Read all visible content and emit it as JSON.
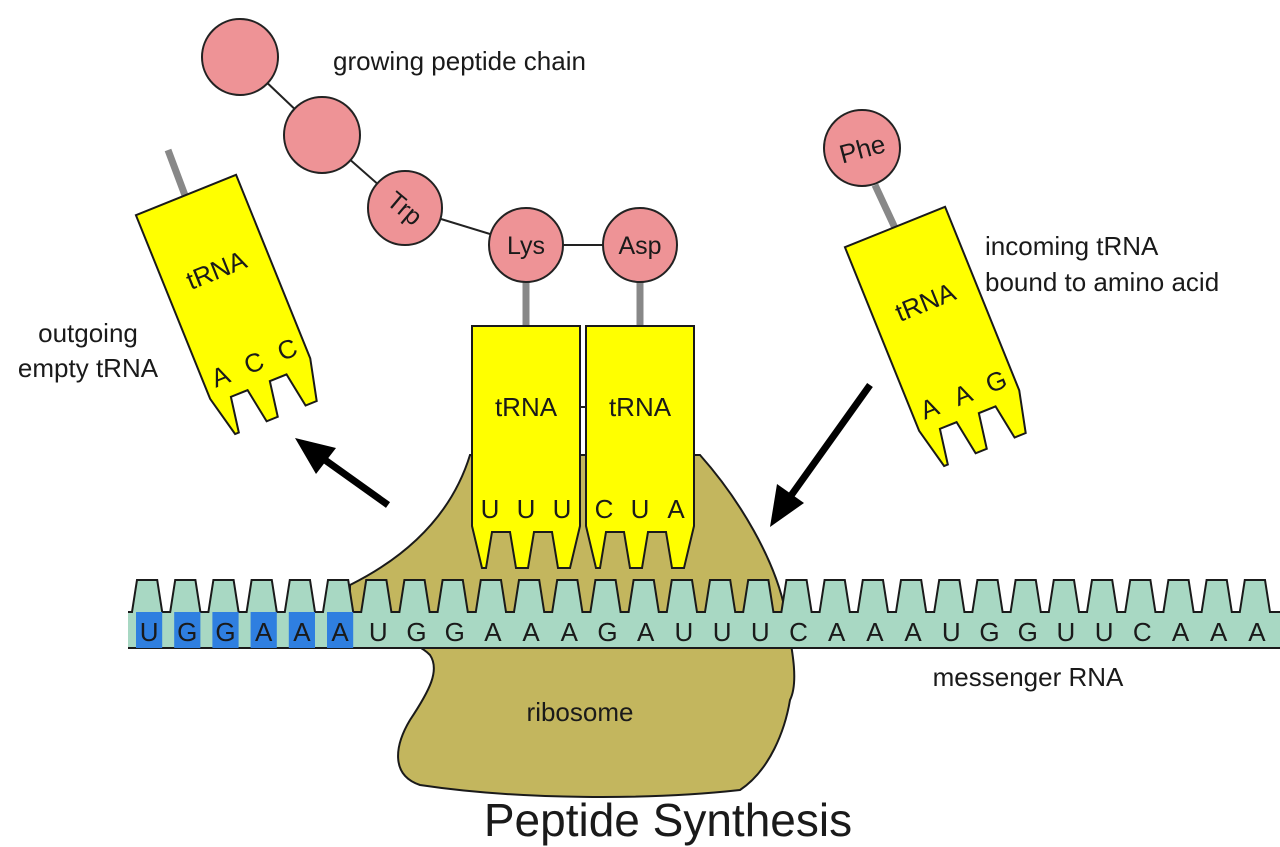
{
  "title": "Peptide Synthesis",
  "labels": {
    "peptide_chain": "growing peptide chain",
    "outgoing_line1": "outgoing",
    "outgoing_line2": "empty tRNA",
    "incoming_line1": "incoming tRNA",
    "incoming_line2": "bound to amino acid",
    "ribosome": "ribosome",
    "mrna": "messenger RNA"
  },
  "peptide_chain": [
    "",
    "",
    "Trp",
    "Lys",
    "Asp"
  ],
  "incoming_amino_acid": "Phe",
  "trnas": {
    "outgoing": {
      "label": "tRNA",
      "anticodon": [
        "A",
        "C",
        "C"
      ]
    },
    "p_site": {
      "label": "tRNA",
      "anticodon": [
        "U",
        "U",
        "U"
      ]
    },
    "a_site": {
      "label": "tRNA",
      "anticodon": [
        "C",
        "U",
        "A"
      ]
    },
    "incoming": {
      "label": "tRNA",
      "anticodon": [
        "A",
        "A",
        "G"
      ]
    }
  },
  "mrna_sequence": [
    "U",
    "G",
    "G",
    "A",
    "A",
    "A",
    "U",
    "G",
    "G",
    "A",
    "A",
    "A",
    "G",
    "A",
    "U",
    "U",
    "U",
    "C",
    "A",
    "A",
    "A",
    "U",
    "G",
    "G",
    "U",
    "U",
    "C",
    "A",
    "A",
    "A"
  ],
  "mrna_translated_count": 6,
  "colors": {
    "amino_acid": "#ee9396",
    "trna": "#ffff00",
    "ribosome": "#c3b65e",
    "mrna": "#a8d8c3",
    "mrna_translated": "#2f7fe0",
    "stem": "#888888"
  }
}
